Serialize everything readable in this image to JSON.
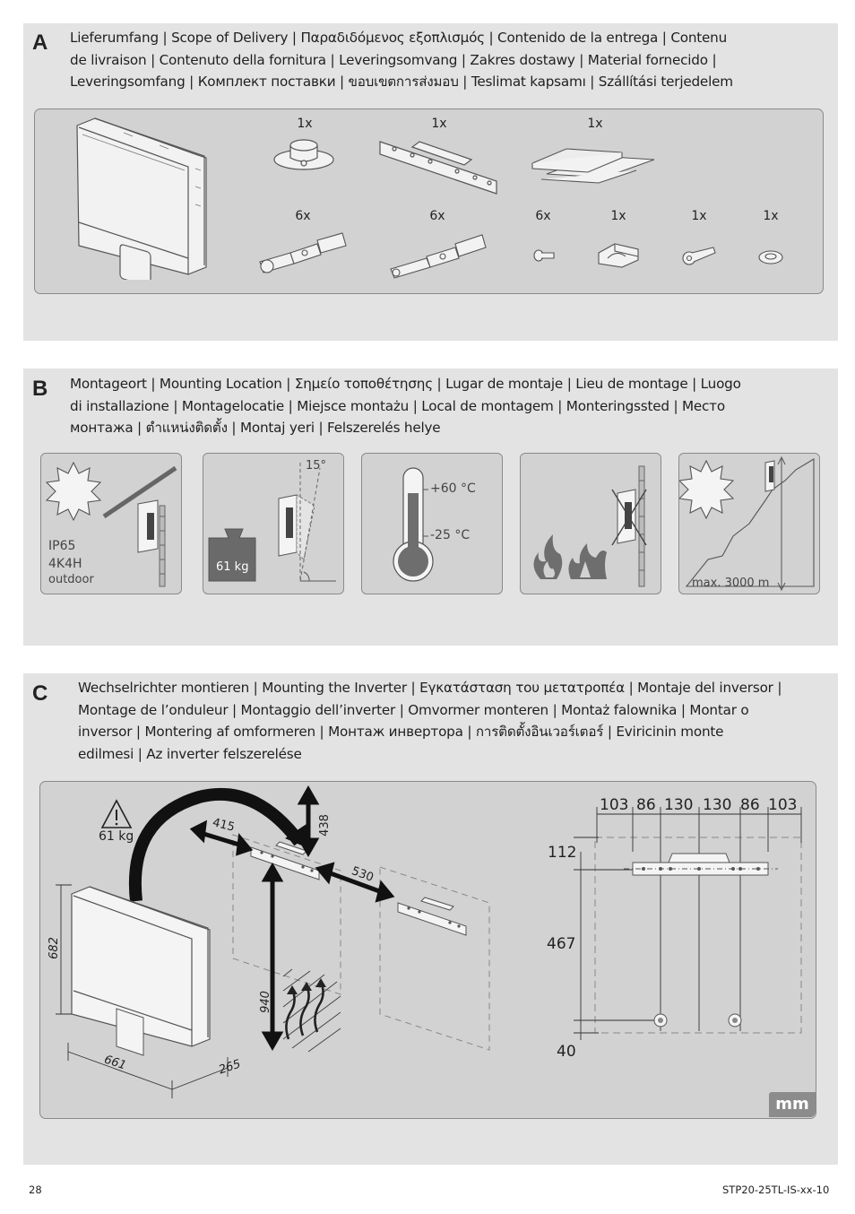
{
  "sections": [
    {
      "letter": "A",
      "lines": [
        "Lieferumfang | Scope of Delivery | Παραδιδόμενος εξοπλισμός | Contenido de la entrega | Contenu",
        "de livraison | Contenuto della fornitura | Leveringsomvang | Zakres dostawy | Material fornecido |",
        "Leveringsomfang | Комплект поставки | ขอบเขตการส่งมอบ | Teslimat kapsamı | Szállítási terjedelem"
      ]
    },
    {
      "letter": "B",
      "lines": [
        "Montageort | Mounting Location | Σημείο τοποθέτησης | Lugar de montaje | Lieu de montage | Luogo",
        "di installazione | Montagelocatie | Miejsce montażu | Local de montagem | Monteringssted | Место",
        "монтажа | ตำแหน่งติดตั้ง | Montaj yeri | Felszerelés helye"
      ]
    },
    {
      "letter": "C",
      "lines": [
        "Wechselrichter montieren | Mounting the Inverter | Εγκατάσταση του μετατροπέα | Montaje del inversor |",
        "Montage de l’onduleur | Montaggio dell’inverter | Omvormer monteren | Montaż falownika | Montar o",
        "inversor  | Montering af omformeren | Монтаж инвертора | การติดตั้งอินเวอร์เตอร์ | Eviricinin monte",
        "edilmesi | Az inverter felszerelése"
      ]
    }
  ],
  "delivery": {
    "items": [
      {
        "qty": "1x",
        "icon": "cable-gland-icon"
      },
      {
        "qty": "1x",
        "icon": "wall-bracket-icon"
      },
      {
        "qty": "1x",
        "icon": "documentation-icon"
      },
      {
        "qty": "6x",
        "icon": "dc-connector-plus-icon"
      },
      {
        "qty": "6x",
        "icon": "dc-connector-minus-icon"
      },
      {
        "qty": "6x",
        "icon": "screw-icon"
      },
      {
        "qty": "1x",
        "icon": "clamping-bracket-icon"
      },
      {
        "qty": "1x",
        "icon": "cylinder-screw-icon"
      },
      {
        "qty": "1x",
        "icon": "washer-icon"
      }
    ]
  },
  "location": {
    "ip_rating": "IP65",
    "climate_class": "4K4H",
    "outdoor": "outdoor",
    "tilt": "15°",
    "weight": "61 kg",
    "temp_max": "+60 °C",
    "temp_min": "-25 °C",
    "altitude": "max. 3000 m"
  },
  "mounting": {
    "weight": "61 kg",
    "dims": {
      "clear_left": "415",
      "clear_top": "438",
      "clear_side": "530",
      "clear_bottom": "940",
      "height": "682",
      "width": "661",
      "depth": "265"
    },
    "drill": {
      "top": [
        "103",
        "86",
        "130",
        "130",
        "86",
        "103"
      ],
      "v1": "112",
      "v2": "467",
      "v3": "40"
    },
    "unit": "mm"
  },
  "footer": {
    "page": "28",
    "doc_id": "STP20-25TL-IS-xx-10"
  },
  "colors": {
    "section_bg": "#e3e3e3",
    "panel_bg": "#d2d2d2",
    "border": "#8a8a8a",
    "fire": "#6e6e6e"
  }
}
